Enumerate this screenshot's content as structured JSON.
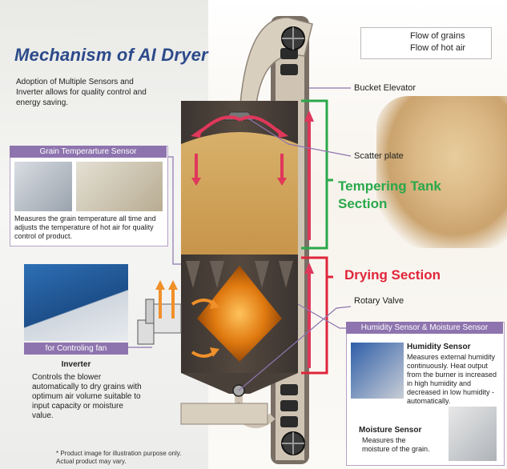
{
  "title": "Mechanism of AI Dryer",
  "intro": "Adoption of Multiple Sensors and Inverter allows for quality control and energy saving.",
  "legend": {
    "grains_label": "Flow of grains",
    "air_label": "Flow of hot air",
    "grains_color": "#e0375a",
    "air_color": "#f0902a"
  },
  "labels": {
    "bucket_elevator": "Bucket Elevator",
    "scatter_plate": "Scatter plate",
    "tempering_section": "Tempering Tank Section",
    "drying_section": "Drying Section",
    "rotary_valve": "Rotary Valve"
  },
  "grain_sensor": {
    "heading": "Grain Temperarture Sensor",
    "text": "Measures the grain temperature all time and adjusts the temperature of hot air for quality control of product."
  },
  "inverter": {
    "heading": "for Controling fan",
    "title": "Inverter",
    "text": "Controls the blower automatically to dry grains with optimum air volume suitable to input capacity or moisture value."
  },
  "humidity_moisture": {
    "heading": "Humidity Sensor & Moisture Sensor",
    "humidity_title": "Humidity Sensor",
    "humidity_text": "Measures external humidity continuously. Heat output from the burner is increased in high humidity and decreased in low humidity - automatically.",
    "moisture_title": "Moisture Sensor",
    "moisture_text": "Measures the moisture of the grain."
  },
  "footnote": "* Product image for illustration purpose only. Actual product may vary.",
  "colors": {
    "tempering": "#2aa84a",
    "drying": "#e0253a",
    "accent_purple": "#8e74ae",
    "title_blue": "#2c4a8a"
  }
}
